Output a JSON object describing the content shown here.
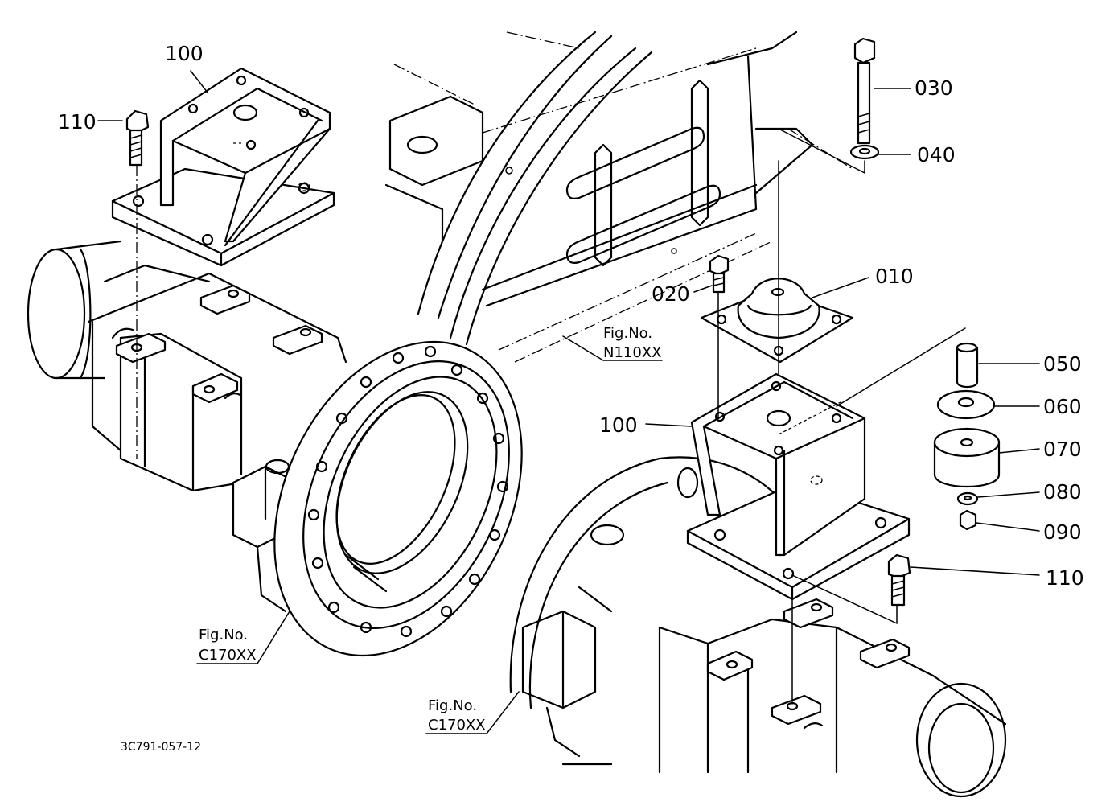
{
  "callouts": {
    "c010": "010",
    "c020": "020",
    "c030": "030",
    "c040": "040",
    "c050": "050",
    "c060": "060",
    "c070": "070",
    "c080": "080",
    "c090": "090",
    "c100_left": "100",
    "c100_right": "100",
    "c110_left": "110",
    "c110_right": "110"
  },
  "references": {
    "fig_label": "Fig.No.",
    "n110": "N110XX",
    "c170_left": "C170XX",
    "c170_bottom": "C170XX"
  },
  "drawing_code": "3C791-057-12"
}
